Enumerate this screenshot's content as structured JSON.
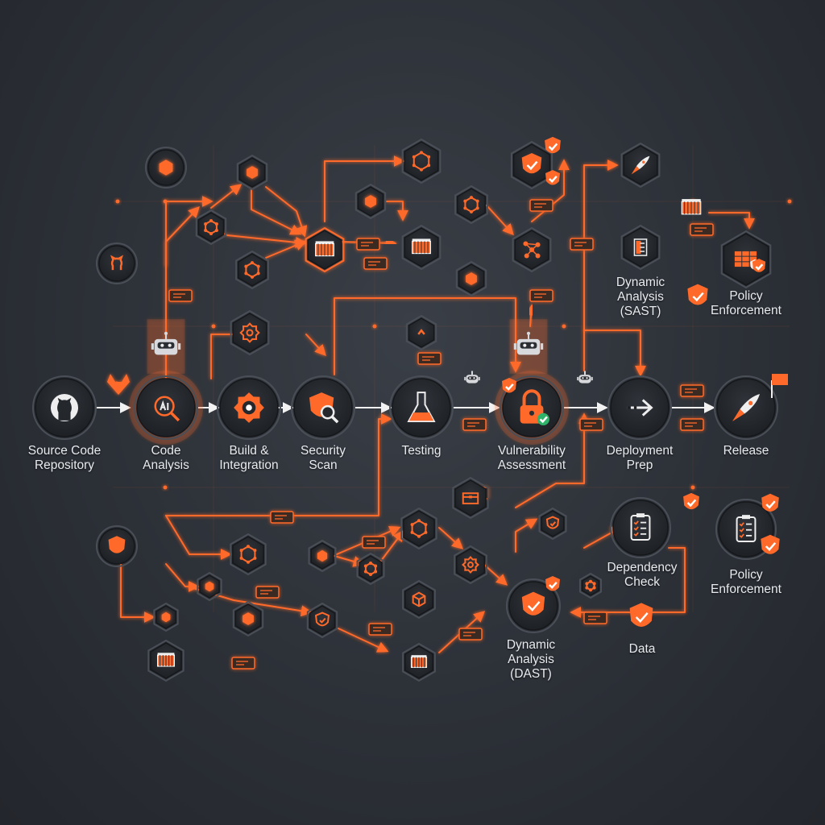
{
  "colors": {
    "accent": "#ff6a2b",
    "node_fill": "#24272c",
    "node_ring": "#4a4f57",
    "label": "#e9ecef",
    "background": "#2c3037"
  },
  "stages": [
    {
      "id": "source",
      "label": "Source Code\nRepository",
      "icon": "git-repository-icon"
    },
    {
      "id": "code-analysis",
      "label": "Code\nAnalysis",
      "icon": "ai-magnifier-icon"
    },
    {
      "id": "build",
      "label": "Build &\nIntegration",
      "icon": "gear-icon"
    },
    {
      "id": "security-scan",
      "label": "Security\nScan",
      "icon": "shield-search-icon"
    },
    {
      "id": "testing",
      "label": "Testing",
      "icon": "flask-icon"
    },
    {
      "id": "vuln",
      "label": "Vulnerability\nAssessment",
      "icon": "lock-check-icon"
    },
    {
      "id": "deploy-prep",
      "label": "Deployment\nPrep",
      "icon": "arrow-right-icon"
    },
    {
      "id": "release",
      "label": "Release",
      "icon": "rocket-icon"
    }
  ],
  "upper_labels": {
    "sast": "Dynamic\nAnalysis\n(SAST)",
    "policy_top": "Policy\nEnforcement"
  },
  "lower_labels": {
    "dependency": "Dependency\nCheck",
    "policy_bottom": "Policy\nEnforcement",
    "dast": "Dynamic\nAnalysis\n(DAST)",
    "data": "Data"
  }
}
